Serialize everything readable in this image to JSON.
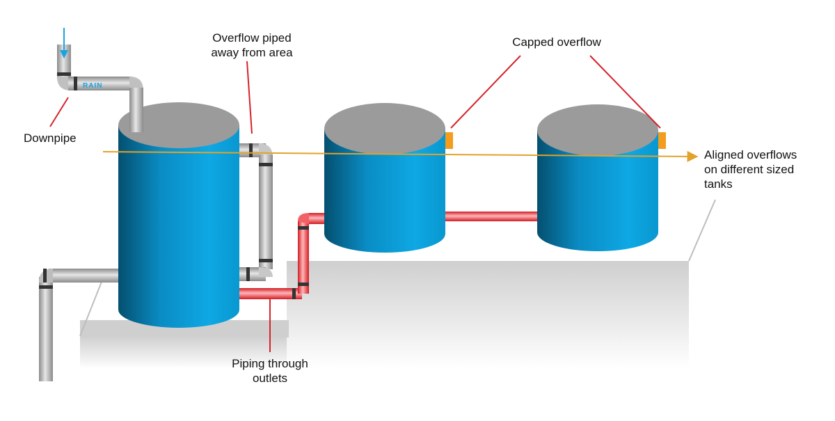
{
  "labels": {
    "overflow_piped": [
      "Overflow piped",
      "away from area"
    ],
    "capped_overflow": "Capped overflow",
    "downpipe": "Downpipe",
    "aligned_overflows": [
      "Aligned overflows",
      "on different sized",
      "tanks"
    ],
    "piping_through_outlets": [
      "Piping through",
      "outlets"
    ],
    "rain": "RAIN"
  },
  "colors": {
    "tank_body": "#0a9fd8",
    "tank_top": "#9b9b9b",
    "platform": "#cfcfcf",
    "grey_pipe": "#b4b4b4",
    "red_pipe": "#e8242c",
    "alignment_line": "#e3a22a",
    "overflow_cap": "#f39c1e",
    "leader_line": "#d6222a",
    "rain_arrow": "#1aa3e0"
  },
  "icons": {
    "rain_arrow": "down-arrow-icon",
    "alignment_arrow": "right-arrow-icon"
  }
}
